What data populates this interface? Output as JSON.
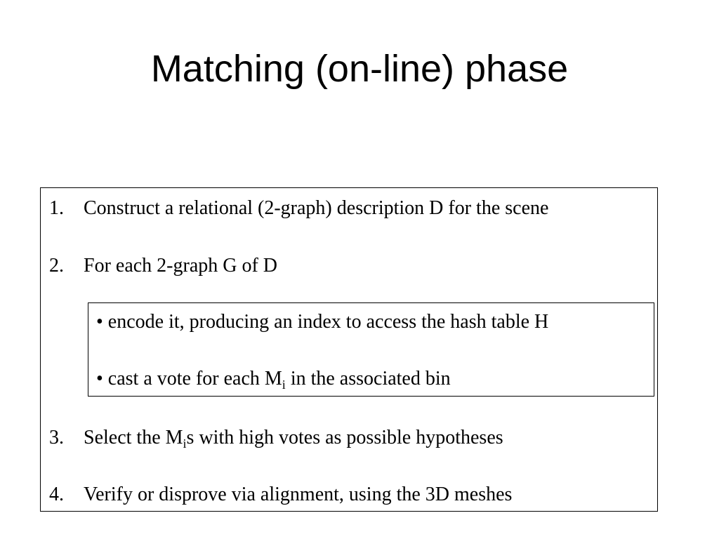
{
  "title": "Matching (on-line) phase",
  "steps": [
    {
      "number": "1.",
      "text": "Construct a relational (2-graph) description D for the scene"
    },
    {
      "number": "2.",
      "text": "For each 2-graph G of D"
    },
    {
      "number": "3.",
      "text_before": "Select the M",
      "subscript": "i",
      "text_after": "s with high votes as possible hypotheses"
    },
    {
      "number": "4.",
      "text": "Verify or disprove via alignment, using the 3D meshes"
    }
  ],
  "substeps": [
    {
      "text": "• encode it, producing an index to access the hash table H"
    },
    {
      "text_before": "• cast a vote for each M",
      "subscript": "i",
      "text_after": " in the associated bin"
    }
  ]
}
